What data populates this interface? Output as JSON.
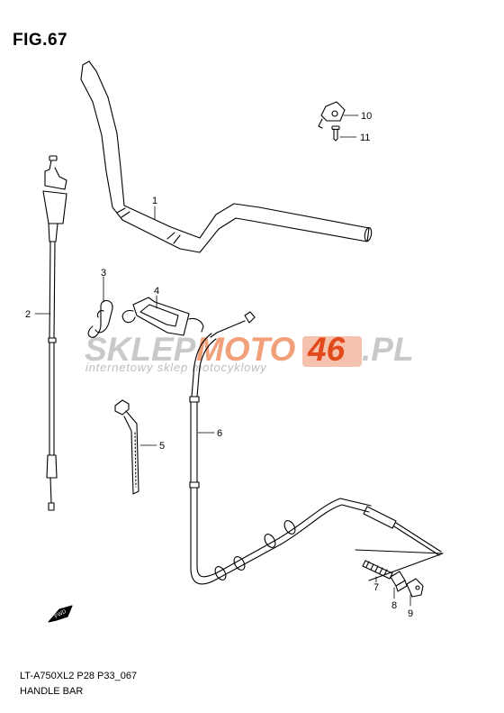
{
  "figure": {
    "title": "FIG.67"
  },
  "footer": {
    "model_code": "LT-A750XL2 P28 P33_067",
    "section_name": "HANDLE BAR"
  },
  "callouts": {
    "c1": "1",
    "c2": "2",
    "c3": "3",
    "c4": "4",
    "c5": "5",
    "c6": "6",
    "c7": "7",
    "c8": "8",
    "c9": "9",
    "c10": "10",
    "c11": "11"
  },
  "watermark": {
    "brand_part1": "SKLEP",
    "brand_part2": "MOTO",
    "brand_number": "46",
    "brand_domain": ".PL",
    "tagline": "internetowy sklep motocyklowy",
    "colors": {
      "grey": "#c9c9c9",
      "orange": "#f2a07a",
      "red_box": "#e24a1b"
    }
  },
  "direction_marker": {
    "label": "FWD"
  }
}
